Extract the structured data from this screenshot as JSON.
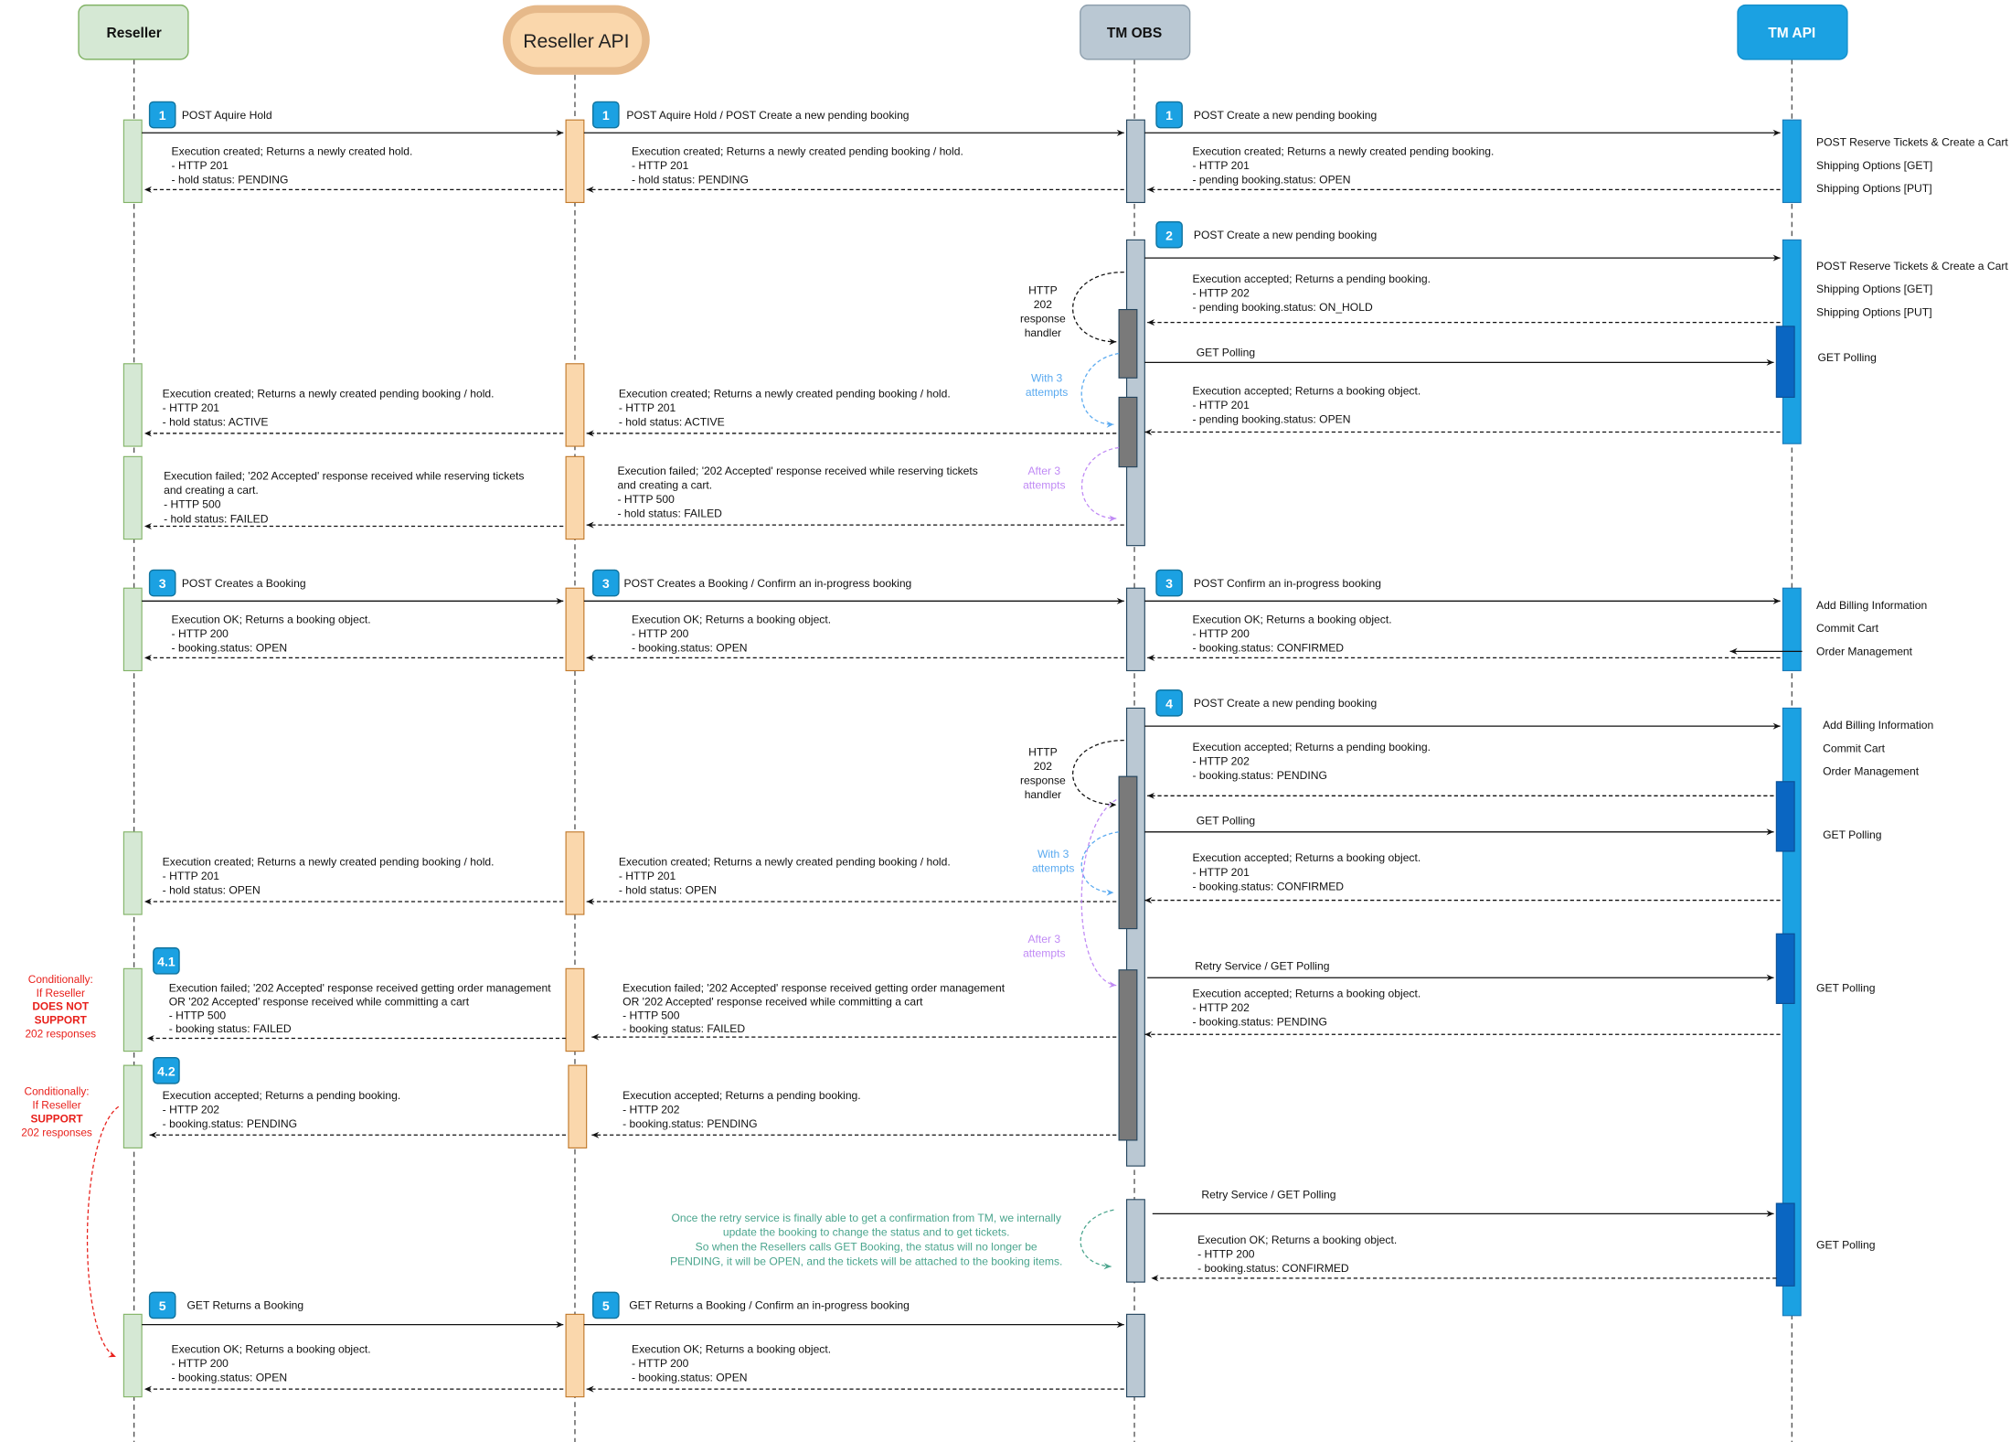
{
  "diagram": {
    "type": "sequence-diagram",
    "participants": [
      {
        "id": "reseller",
        "label": "Reseller",
        "fill": "#d5e8d4",
        "stroke": "#82b366"
      },
      {
        "id": "reseller_api",
        "label": "Reseller API",
        "fill": "#fad7ac",
        "stroke": "#e6b98a"
      },
      {
        "id": "tm_obs",
        "label": "TM OBS",
        "fill": "#bac8d3",
        "stroke": "#9aabb9"
      },
      {
        "id": "tm_api",
        "label": "TM API",
        "fill": "#1ba1e2",
        "stroke": "#1a8ad0"
      }
    ],
    "colors": {
      "badge": "#1ba1e2",
      "activation_dark": "#7a7a7a",
      "tm_api_inner": "#0a66c2",
      "note_blue": "#5aaaf0",
      "note_purple": "#c08af5",
      "note_red": "#e8201b",
      "note_teal": "#4aa58d"
    },
    "badges": [
      "1",
      "2",
      "3",
      "4",
      "4.1",
      "4.2",
      "5"
    ],
    "steps": {
      "s1": {
        "reseller_call": "POST Aquire Hold",
        "reseller_return": [
          "Execution created; Returns a newly created hold.",
          "- HTTP 201",
          "- hold status: PENDING"
        ],
        "api_call": "POST Aquire Hold / POST Create a new pending booking",
        "api_return": [
          "Execution created; Returns a newly created pending booking / hold.",
          "- HTTP 201",
          "- hold status: PENDING"
        ],
        "obs_call": "POST Create a new pending booking",
        "obs_return": [
          "Execution created; Returns a newly created pending booking.",
          "- HTTP 201",
          "- pending booking.status: OPEN"
        ],
        "tm_ops": [
          "POST Reserve Tickets & Create a Cart",
          "Shipping Options [GET]",
          "Shipping Options [PUT]"
        ]
      },
      "s2": {
        "obs_call": "POST Create a new pending booking",
        "obs_return_accepted": [
          "Execution accepted; Returns a pending booking.",
          "- HTTP 202",
          "- pending booking.status: ON_HOLD"
        ],
        "handler_note": [
          "HTTP",
          "202",
          "response",
          "handler"
        ],
        "polling_call": "GET Polling",
        "polling_return": [
          "Execution accepted; Returns a booking object.",
          "- HTTP 201",
          "- pending booking.status: OPEN"
        ],
        "with_attempts": [
          "With 3",
          "attempts"
        ],
        "after_attempts": [
          "After 3",
          "attempts"
        ],
        "tm_ops": [
          "POST Reserve Tickets & Create a Cart",
          "Shipping Options [GET]",
          "Shipping Options [PUT]"
        ],
        "tm_polling": "GET Polling",
        "reseller_ok": [
          "Execution created; Returns a newly created pending booking / hold.",
          "- HTTP 201",
          "- hold status: ACTIVE"
        ],
        "api_ok": [
          "Execution created; Returns a newly created pending booking / hold.",
          "- HTTP 201",
          "- hold status: ACTIVE"
        ],
        "reseller_fail": [
          "Execution failed; '202 Accepted' response received while reserving tickets",
          "and creating a cart.",
          "- HTTP 500",
          "- hold status: FAILED"
        ],
        "api_fail": [
          "Execution failed; '202 Accepted' response received while reserving tickets",
          "and creating a cart.",
          "- HTTP 500",
          "- hold status: FAILED"
        ]
      },
      "s3": {
        "reseller_call": "POST Creates a Booking",
        "reseller_return": [
          "Execution OK; Returns a booking object.",
          "- HTTP 200",
          "- booking.status: OPEN"
        ],
        "api_call": "POST Creates a Booking / Confirm an in-progress booking",
        "api_return": [
          "Execution OK; Returns a booking object.",
          "- HTTP 200",
          "- booking.status: OPEN"
        ],
        "obs_call": "POST Confirm an in-progress booking",
        "obs_return": [
          "Execution OK; Returns a booking object.",
          "- HTTP 200",
          "- booking.status: CONFIRMED"
        ],
        "tm_ops": [
          "Add Billing Information",
          "Commit Cart",
          "Order Management"
        ]
      },
      "s4": {
        "obs_call": "POST Create a new pending booking",
        "obs_return_accepted": [
          "Execution accepted; Returns a pending booking.",
          "- HTTP 202",
          "- booking.status: PENDING"
        ],
        "handler_note": [
          "HTTP",
          "202",
          "response",
          "handler"
        ],
        "polling_call": "GET Polling",
        "polling_return": [
          "Execution accepted; Returns a booking object.",
          "- HTTP 201",
          "- booking.status: CONFIRMED"
        ],
        "with_attempts": [
          "With 3",
          "attempts"
        ],
        "after_attempts": [
          "After 3",
          "attempts"
        ],
        "retry_call": "Retry Service / GET Polling",
        "retry_return": [
          "Execution accepted; Returns a booking object.",
          "- HTTP 202",
          "- booking.status: PENDING"
        ],
        "tm_ops": [
          "Add Billing Information",
          "Commit Cart",
          "Order Management"
        ],
        "tm_polling": "GET Polling",
        "tm_polling_2": "GET Polling",
        "reseller_ok": [
          "Execution created; Returns a newly created pending booking / hold.",
          "- HTTP 201",
          "- hold status: OPEN"
        ],
        "api_ok": [
          "Execution created; Returns a newly created pending booking / hold.",
          "- HTTP 201",
          "- hold status: OPEN"
        ]
      },
      "s41": {
        "condition_note": [
          "Conditionally:",
          "If Reseller",
          "DOES NOT",
          "SUPPORT",
          "202 responses"
        ],
        "reseller_fail": [
          "Execution failed; '202 Accepted' response received getting order management",
          "OR '202 Accepted' response received while committing a cart",
          "- HTTP 500",
          "- booking status: FAILED"
        ],
        "api_fail": [
          "Execution failed; '202 Accepted' response received getting order management",
          "OR '202 Accepted' response received while committing a cart",
          "- HTTP 500",
          "- booking status: FAILED"
        ]
      },
      "s42": {
        "condition_note": [
          "Conditionally:",
          "If Reseller",
          "SUPPORT",
          "202 responses"
        ],
        "reseller_accepted": [
          "Execution accepted; Returns a pending booking.",
          "- HTTP 202",
          "- booking.status: PENDING"
        ],
        "api_accepted": [
          "Execution accepted; Returns a pending booking.",
          "- HTTP 202",
          "- booking.status: PENDING"
        ]
      },
      "retry": {
        "call": "Retry Service / GET Polling",
        "return": [
          "Execution OK; Returns a booking object.",
          "- HTTP 200",
          "- booking.status: CONFIRMED"
        ],
        "tm_polling": "GET Polling",
        "note": [
          "Once the retry service is finally able to get a confirmation from TM, we internally",
          "update the booking to change the status and to get tickets.",
          "So when the Resellers calls GET Booking, the status will no longer be",
          "PENDING, it will be OPEN, and the tickets will be attached to the booking items."
        ]
      },
      "s5": {
        "reseller_call": "GET Returns a Booking",
        "reseller_return": [
          "Execution OK; Returns a booking object.",
          "- HTTP 200",
          "- booking.status: OPEN"
        ],
        "api_call": "GET Returns a Booking / Confirm an in-progress booking",
        "api_return": [
          "Execution OK; Returns a booking object.",
          "- HTTP 200",
          "- booking.status: OPEN"
        ]
      }
    }
  }
}
